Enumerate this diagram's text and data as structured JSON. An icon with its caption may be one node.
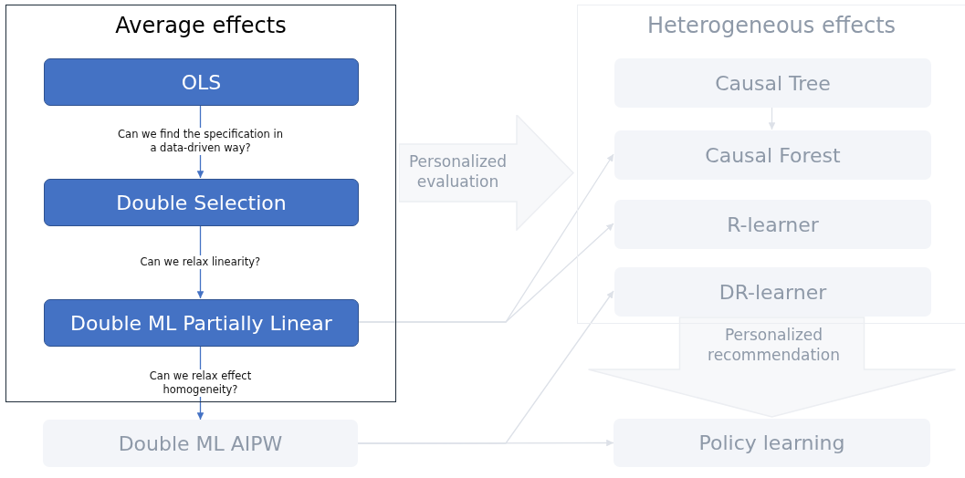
{
  "diagram": {
    "nodes": [
      {
        "text": [
          "Average effects"
        ]
      },
      {
        "text": [
          "OLS"
        ],
        "in": 0
      },
      {
        "text": [
          "Double Selection"
        ],
        "in": 0
      },
      {
        "text": [
          "Double ML Partially Linear"
        ],
        "in": 0
      },
      {
        "text": [
          "Double ML AIPW"
        ]
      },
      {
        "text": [
          "Heterogeneous effects"
        ]
      },
      {
        "text": [
          "Causal Tree"
        ],
        "in": 5
      },
      {
        "text": [
          "Causal Forest"
        ],
        "in": 5
      },
      {
        "text": [
          "R-learner"
        ],
        "in": 5
      },
      {
        "text": [
          "DR-learner"
        ],
        "in": 5
      },
      {
        "text": [
          "Personalized evaluation"
        ]
      },
      {
        "text": [
          "Policy learning"
        ]
      }
    ],
    "edges": [
      {
        "from": 1,
        "to": 2,
        "arrow": "to",
        "label": "Can we find the specification in a data-driven way?",
        "color": "#4472c4"
      },
      {
        "from": 2,
        "to": 3,
        "arrow": "to",
        "label": "Can we relax linearity?",
        "color": "#4472c4"
      },
      {
        "from": 3,
        "to": 4,
        "arrow": "to",
        "label": "Can we relax effect homogeneity?",
        "color": "#4472c4"
      },
      {
        "from": 6,
        "to": 7,
        "arrow": "to"
      },
      {
        "from": 3,
        "to": 7,
        "arrow": "to"
      },
      {
        "from": 3,
        "to": 8,
        "arrow": "to"
      },
      {
        "from": 4,
        "to": 9,
        "arrow": "to"
      },
      {
        "from": 4,
        "to": 11,
        "arrow": "to"
      },
      {
        "from": 9,
        "to": 11,
        "arrow": "to",
        "label": "Personalized recommendation",
        "style": "thick"
      }
    ]
  }
}
